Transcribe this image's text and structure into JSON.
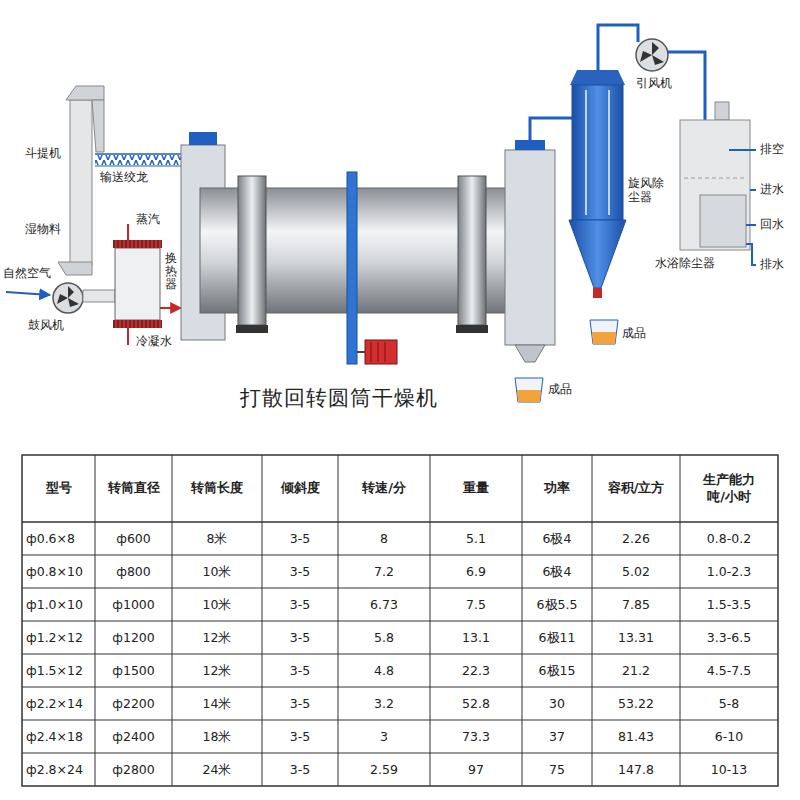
{
  "diagram": {
    "title": "打散回转圆筒干燥机",
    "labels": [
      "斗提机",
      "输送绞龙",
      "湿物料",
      "蒸汽",
      "自然空气",
      "换热器",
      "鼓风机",
      "冷凝水",
      "成品",
      "引风机",
      "排空",
      "旋风除尘器",
      "进水",
      "回水",
      "水浴除尘器",
      "排水",
      "成品",
      "型号",
      "转筒直径",
      "转筒长度",
      "倾斜度",
      "转速/分",
      "重量",
      "功率",
      "容积/立方",
      "生产能力 吨/小时",
      "ф0.6×8",
      "ф600",
      "8米",
      "3-5",
      "8",
      "5.1",
      "6极4",
      "2.26",
      "0.8-0.2",
      "ф0.8×10",
      "ф800",
      "10米",
      "3-5",
      "7.2",
      "6.9",
      "6极4",
      "5.02",
      "1.0-2.3",
      "ф1.0×10",
      "ф1000",
      "10米",
      "3-5",
      "6.73",
      "7.5",
      "6极5.5",
      "7.85",
      "1.5-3.5",
      "ф1.2×12",
      "ф1200",
      "12米",
      "3-5",
      "5.8",
      "13.1",
      "6极11",
      "13.31",
      "3.3-6.5",
      "ф1.5×12",
      "ф1500",
      "12米",
      "3-5",
      "4.8",
      "22.3",
      "6极15",
      "21.2",
      "4.5-7.5",
      "ф2.2×14",
      "ф2200",
      "14米",
      "3-5",
      "3.2",
      "52.8",
      "30",
      "53.22",
      "5-8",
      "ф2.4×18",
      "ф2400",
      "18米",
      "3-5",
      "3",
      "73.3",
      "37",
      "81.43",
      "6-10",
      "ф2.8×24",
      "ф2800",
      "24米",
      "3-5",
      "2.59",
      "97",
      "75",
      "147.8",
      "10-13"
    ]
  }
}
